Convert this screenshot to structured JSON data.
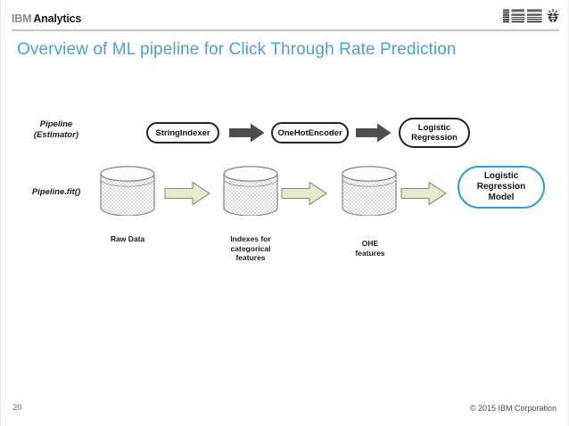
{
  "header": {
    "brand_ibm": "IBM",
    "brand_word": "Analytics",
    "logo_text": "IBM",
    "logo_icon": "smarter-planet-globe-icon"
  },
  "title": "Overview of ML pipeline for Click Through Rate Prediction",
  "diagram": {
    "row_labels": {
      "estimator": "Pipeline\n(Estimator)",
      "estimator_line1": "Pipeline",
      "estimator_line2": "(Estimator)",
      "fit": "Pipeline.fit()"
    },
    "stages": [
      {
        "label": "StringIndexer",
        "name": "stage-string-indexer"
      },
      {
        "label": "OneHotEncoder",
        "name": "stage-onehot-encoder"
      },
      {
        "label": "Logistic\nRegression",
        "line1": "Logistic",
        "line2": "Regression",
        "name": "stage-logistic-regression"
      }
    ],
    "model_box": {
      "line1": "Logistic",
      "line2": "Regression",
      "line3": "Model",
      "border_color": "#2f9fd4"
    },
    "datasets": [
      {
        "caption": "Raw Data",
        "lines": [
          "Raw Data"
        ]
      },
      {
        "caption": "Indexes for categorical features",
        "lines": [
          "Indexes for",
          "categorical",
          "features"
        ]
      },
      {
        "caption": "OHE features",
        "lines": [
          "OHE",
          "features"
        ]
      }
    ],
    "arrows": {
      "dark_color": "#4d4d4d",
      "pale_fill": "#e6ebd0",
      "pale_border": "#8f8f6b",
      "count_dark": 2,
      "count_pale": 3
    },
    "cylinder": {
      "fill": "#f7f7f7",
      "pattern": "crosshatch",
      "stroke": "#767676"
    }
  },
  "footer": {
    "page_number": "20",
    "copyright": "© 2015 IBM Corporation"
  },
  "colors": {
    "title_blue": "#4d9fd4",
    "rule_gray": "#c6c6c6",
    "text_dark": "#1b1b1b"
  }
}
